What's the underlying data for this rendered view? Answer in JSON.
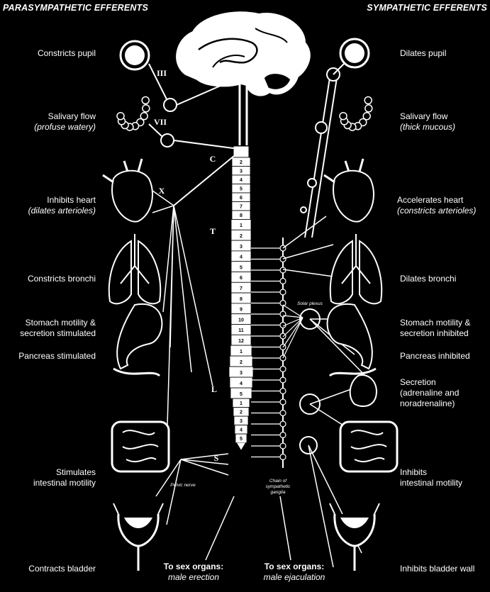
{
  "headers": {
    "left": "PARASYMPATHETIC EFFERENTS",
    "right": "SYMPATHETIC EFFERENTS"
  },
  "left_labels": [
    {
      "main": "Constricts pupil",
      "sub": ""
    },
    {
      "main": "Salivary flow",
      "sub": "(profuse watery)"
    },
    {
      "main": "Inhibits heart",
      "sub": "(dilates arterioles)"
    },
    {
      "main": "Constricts bronchi",
      "sub": ""
    },
    {
      "main": "Stomach motility &",
      "sub2": "secretion stimulated"
    },
    {
      "main": "Pancreas stimulated",
      "sub": ""
    },
    {
      "main": "Stimulates",
      "sub2": "intestinal motility"
    },
    {
      "main": "Contracts bladder",
      "sub": ""
    }
  ],
  "right_labels": [
    {
      "main": "Dilates pupil",
      "sub": ""
    },
    {
      "main": "Salivary flow",
      "sub": "(thick mucous)"
    },
    {
      "main": "Accelerates heart",
      "sub": "(constricts arterioles)"
    },
    {
      "main": "Dilates bronchi",
      "sub": ""
    },
    {
      "main": "Stomach motility &",
      "sub2": "secretion inhibited"
    },
    {
      "main": "Pancreas inhibited",
      "sub": ""
    },
    {
      "main": "Secretion",
      "sub2": "(adrenaline and",
      "sub3": "noradrenaline)"
    },
    {
      "main": "Inhibits",
      "sub2": "intestinal motility"
    },
    {
      "main": "Inhibits bladder wall",
      "sub": ""
    }
  ],
  "bottom_labels": {
    "left": {
      "main": "To sex organs:",
      "sub": "male erection"
    },
    "right": {
      "main": "To sex organs:",
      "sub": "male ejaculation"
    }
  },
  "spinal_regions": {
    "cranial_nerves": [
      "III",
      "VII",
      "X"
    ],
    "C": "C",
    "T": "T",
    "L": "L",
    "S": "S",
    "cervical": [
      "2",
      "3",
      "4",
      "5",
      "6",
      "7",
      "8"
    ],
    "thoracic": [
      "1",
      "2",
      "3",
      "4",
      "5",
      "6",
      "7",
      "8",
      "9",
      "10",
      "11",
      "12"
    ],
    "lumbar": [
      "1",
      "2",
      "3",
      "4",
      "5"
    ],
    "sacral": [
      "1",
      "2",
      "3",
      "4",
      "5"
    ]
  },
  "annotations": {
    "solar_plexus": "Solar plexus",
    "pelvic_nerve": "Pelvic nerve",
    "chain_1": "Chain of",
    "chain_2": "sympathetic",
    "chain_3": "ganglia"
  }
}
